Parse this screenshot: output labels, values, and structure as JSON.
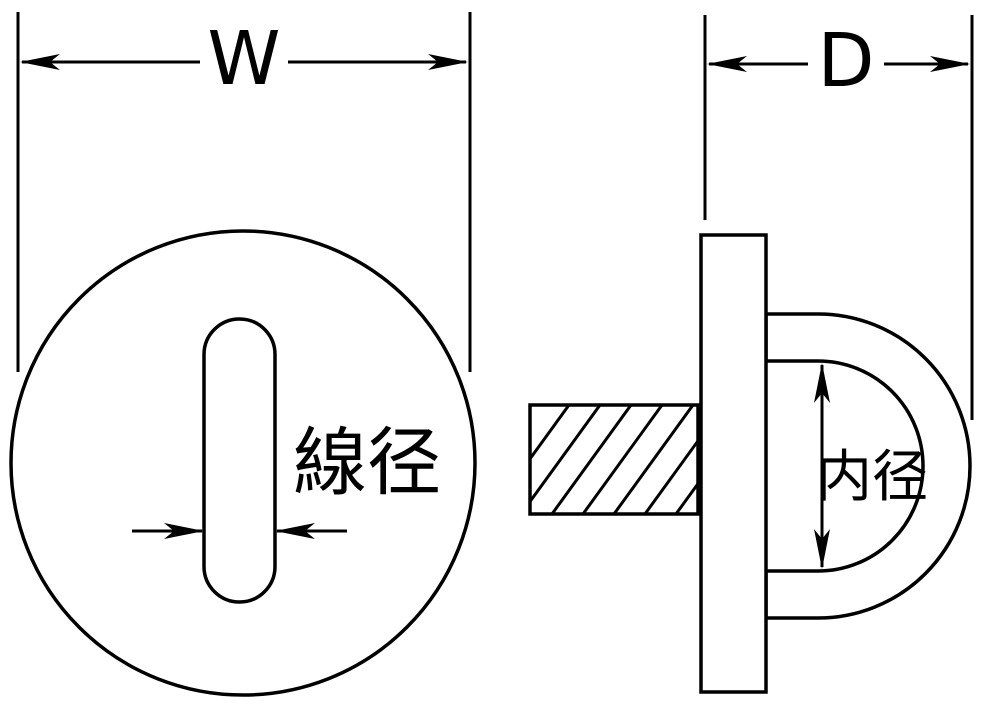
{
  "labels": {
    "width": "W",
    "depth": "D",
    "wire_diameter": "線径",
    "inner_diameter": "内径"
  },
  "colors": {
    "line": "#000000",
    "background": "#ffffff"
  }
}
